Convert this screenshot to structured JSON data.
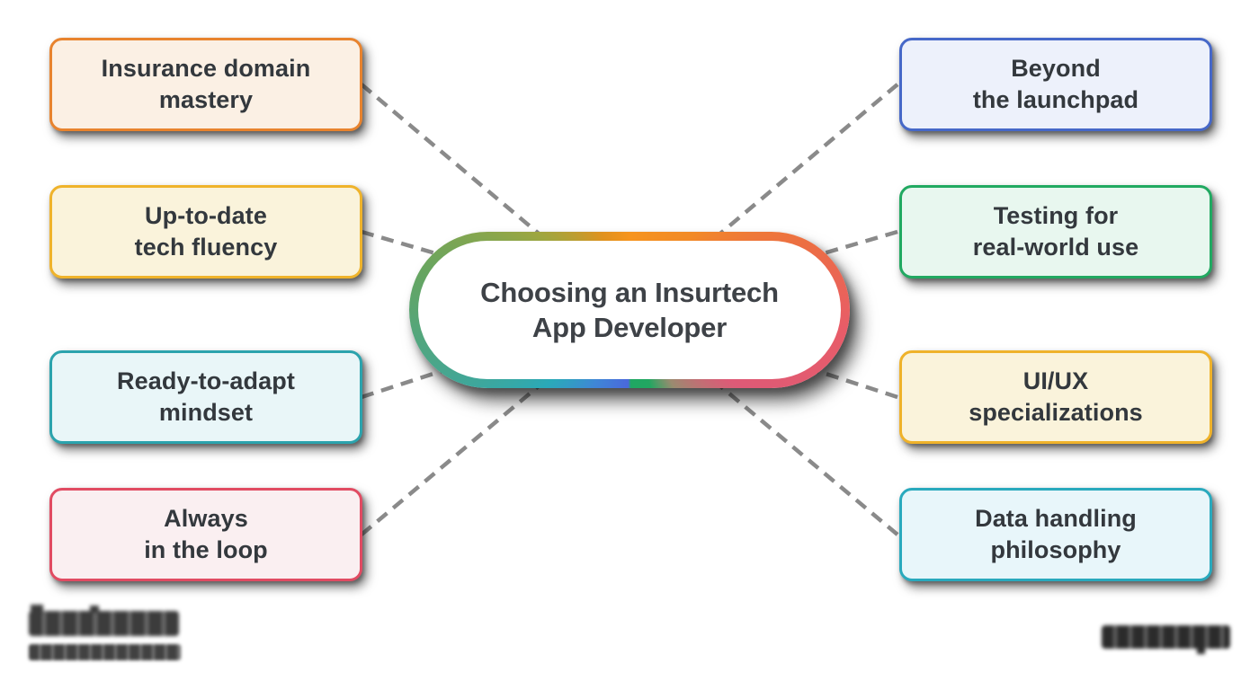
{
  "title": {
    "line1": "Choosing an Insurtech",
    "line2": "App Developer"
  },
  "nodes": {
    "left": [
      {
        "id": "insurance-domain-mastery",
        "line1": "Insurance domain",
        "line2": "mastery",
        "border_color": "#E8832E",
        "bg_color": "#FBF0E4"
      },
      {
        "id": "up-to-date-tech-fluency",
        "line1": "Up-to-date",
        "line2": "tech fluency",
        "border_color": "#EFB32B",
        "bg_color": "#FAF3DB"
      },
      {
        "id": "ready-to-adapt-mindset",
        "line1": "Ready-to-adapt",
        "line2": "mindset",
        "border_color": "#2BA3AD",
        "bg_color": "#E9F6F8"
      },
      {
        "id": "always-in-the-loop",
        "line1": "Always",
        "line2": "in the loop",
        "border_color": "#E14B62",
        "bg_color": "#FAEFF1"
      }
    ],
    "right": [
      {
        "id": "beyond-the-launchpad",
        "line1": "Beyond",
        "line2": "the launchpad",
        "border_color": "#4668C8",
        "bg_color": "#EDF1FB"
      },
      {
        "id": "testing-for-real-world-use",
        "line1": "Testing for",
        "line2": "real-world use",
        "border_color": "#21A961",
        "bg_color": "#E8F7EF"
      },
      {
        "id": "ui-ux-specializations",
        "line1": "UI/UX",
        "line2": "specializations",
        "border_color": "#EFB22A",
        "bg_color": "#FAF3DB"
      },
      {
        "id": "data-handling-philosophy",
        "line1": "Data handling",
        "line2": "philosophy",
        "border_color": "#29A9BD",
        "bg_color": "#E8F6FA"
      }
    ]
  },
  "center": {
    "fill": "#FFFFFF",
    "text_color": "#3E4247",
    "gradient_colors": [
      "#F6941E",
      "#E85C68",
      "#1FA763",
      "#4A68DC",
      "#2AA9B8",
      "#66A561"
    ]
  },
  "connectors": {
    "color": "#8A8A8A",
    "style": "dashed"
  },
  "footer": {
    "wordmark_color": "#3C3C3C",
    "tagline_color": "#414141",
    "watermark_color": "#2B2B2B"
  }
}
